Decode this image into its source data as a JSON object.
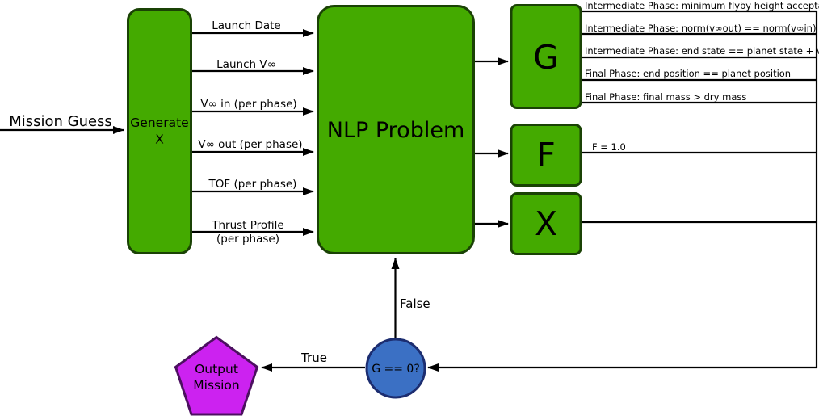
{
  "diagram": {
    "start_label": "Mission Guess",
    "generate_node": {
      "line1": "Generate",
      "line2": "X"
    },
    "nlp_node": {
      "label": "NLP Problem"
    },
    "input_edges": [
      {
        "line1": "Launch Date",
        "line2": ""
      },
      {
        "line1": "Launch V∞",
        "line2": ""
      },
      {
        "line1": "V∞ in (per phase)",
        "line2": ""
      },
      {
        "line1": "V∞ out (per phase)",
        "line2": ""
      },
      {
        "line1": "TOF (per phase)",
        "line2": ""
      },
      {
        "line1": "Thrust Profile",
        "line2": "(per phase)"
      }
    ],
    "g_node": {
      "label": "G"
    },
    "f_node": {
      "label": "F"
    },
    "x_node": {
      "label": "X"
    },
    "g_constraints": [
      "Intermediate Phase: minimum flyby height acceptable",
      "Intermediate Phase: norm(v∞out) == norm(v∞in)",
      "Intermediate Phase: end state == planet state + v∞",
      "Final Phase: end position == planet position",
      "Final Phase: final mass > dry mass"
    ],
    "f_objective": "F = 1.0",
    "decision_node": {
      "label": "G == 0?"
    },
    "true_branch": "True",
    "false_branch": "False",
    "terminal_node": {
      "line1": "Output",
      "line2": "Mission"
    }
  },
  "colors": {
    "process_fill": "#44aa00",
    "process_stroke": "#1a4205",
    "decision_fill": "#3b70c4",
    "decision_stroke": "#1c2d70",
    "terminal_fill": "#cc22f0",
    "terminal_stroke": "#4c1060",
    "edge": "#000000"
  }
}
